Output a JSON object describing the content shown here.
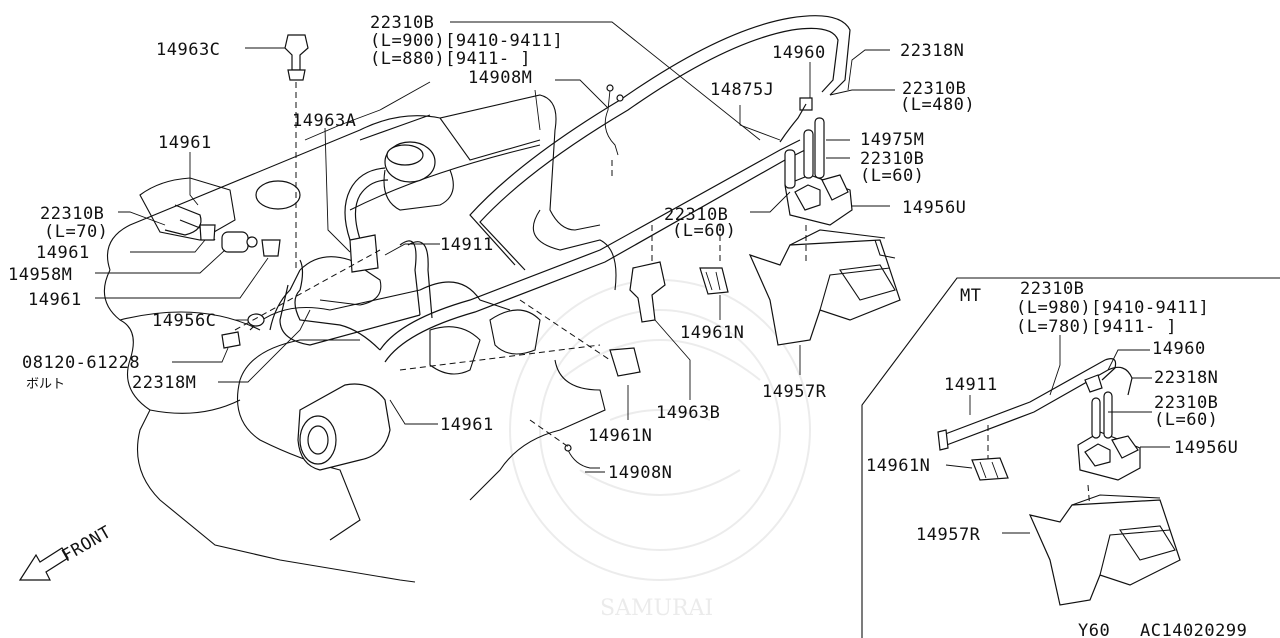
{
  "diagram": {
    "variant_label": "MT",
    "footer": {
      "model": "Y60",
      "code": "AC14020299"
    },
    "front_label": "FRONT",
    "watermark_text": "SAMURAI"
  },
  "callouts": {
    "p14963C": "14963C",
    "p22310B_top": "22310B",
    "p22310B_top_l1": "(L=900)[9410-9411]",
    "p22310B_top_l2": "(L=880)[9411-      ]",
    "p14908M": "14908M",
    "p14963A": "14963A",
    "p14961_a": "14961",
    "p22310B_l70": "22310B",
    "p22310B_l70_len": "(L=70)",
    "p14961_b": "14961",
    "p14958M": "14958M",
    "p14961_c": "14961",
    "p14956C": "14956C",
    "p08120": "08120-61228",
    "p08120_note": "ボルト",
    "p22318M": "22318M",
    "p14911": "14911",
    "p14961_d": "14961",
    "p14908N": "14908N",
    "p14961N_a": "14961N",
    "p14963B": "14963B",
    "p14961N_b": "14961N",
    "p14957R_a": "14957R",
    "p14960_a": "14960",
    "p22318N_a": "22318N",
    "p22310B_l480": "22310B",
    "p22310B_l480_len": "(L=480)",
    "p14875J": "14875J",
    "p14975M": "14975M",
    "p22310B_l60a": "22310B",
    "p22310B_l60a_len": "(L=60)",
    "p14956U_a": "14956U",
    "p22310B_l60b": "22310B",
    "p22310B_l60b_len": "(L=60)",
    "mt_22310B": "22310B",
    "mt_22310B_l1": "(L=980)[9410-9411]",
    "mt_22310B_l2": "(L=780)[9411-      ]",
    "mt_14960": "14960",
    "mt_14911": "14911",
    "mt_22318N": "22318N",
    "mt_22310B_l60": "22310B",
    "mt_22310B_l60_len": "(L=60)",
    "mt_14956U": "14956U",
    "mt_14961N": "14961N",
    "mt_14957R": "14957R"
  }
}
